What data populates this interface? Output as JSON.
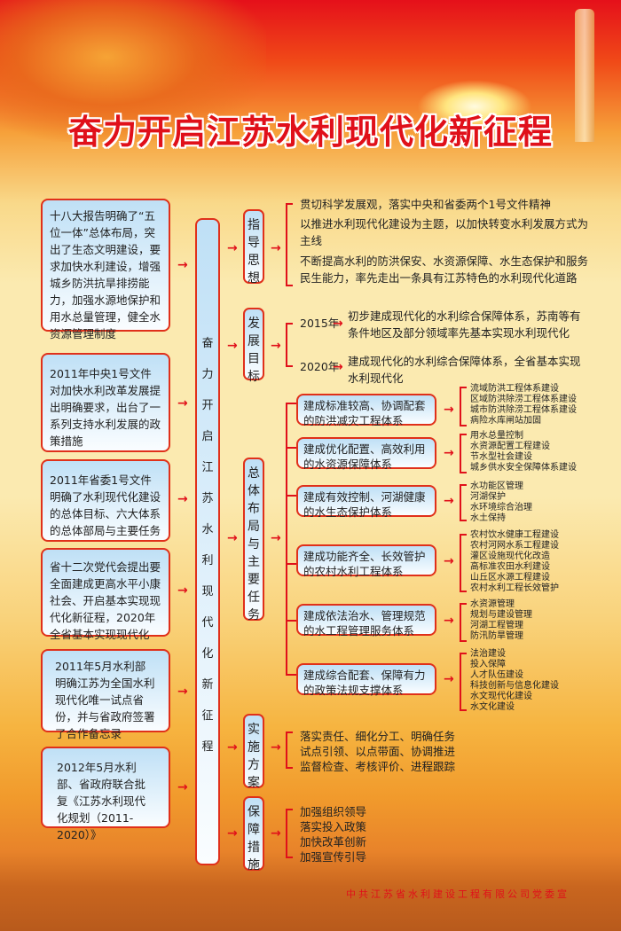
{
  "title": "奋力开启江苏水利现代化新征程",
  "left_boxes": [
    "十八大报告明确了“五位一体”总体布局，突出了生态文明建设，要求加快水利建设，增强城乡防洪抗旱排捞能力，加强水源地保护和用水总量管理，健全水资源管理制度",
    "2011年中央1号文件对加快水利改革发展提出明确要求，出台了一系列支持水利发展的政策措施",
    "2011年省委1号文件明确了水利现代化建设的总体目标、六大体系的总体部局与主要任务",
    "省十二次党代会提出要全面建成更高水平小康社会、开启基本实现现代化新征程，2020年全省基本实现现代化",
    "2011年5月水利部明确江苏为全国水利现代化唯一试点省份，并与省政府签署了合作备忘录",
    "2012年5月水利部、省政府联合批复《江苏水利现代化规划（2011-2020）》"
  ],
  "spine": "奋力开启江苏水利现代化新征程",
  "categories": {
    "guiding": {
      "label": "指导思想",
      "items": [
        "贯切科学发展观，落实中央和省委两个1号文件精神",
        "以推进水利现代化建设为主题，以加快转变水利发展方式为主线",
        "不断提高水利的防洪保安、水资源保障、水生态保护和服务民生能力，率先走出一条具有江苏特色的水利现代化道路"
      ]
    },
    "goals": {
      "label": "发展目标",
      "items": [
        {
          "year": "2015年",
          "text": "初步建成现代化的水利综合保障体系，苏南等有条件地区及部分领域率先基本实现水利现代化"
        },
        {
          "year": "2020年",
          "text": "建成现代化的水利综合保障体系，全省基本实现水利现代化"
        }
      ]
    },
    "layout": {
      "label": "总体布局与主要任务",
      "systems": [
        {
          "name": "建成标准较高、协调配套的防洪减灾工程体系",
          "items": [
            "流域防洪工程体系建设",
            "区域防洪除涝工程体系建设",
            "城市防洪除涝工程体系建设",
            "病险水库闸站加固"
          ]
        },
        {
          "name": "建成优化配置、高效利用的水资源保障体系",
          "items": [
            "用水总量控制",
            "水资源配置工程建设",
            "节水型社会建设",
            "城乡供水安全保障体系建设"
          ]
        },
        {
          "name": "建成有效控制、河湖健康的水生态保护体系",
          "items": [
            "水功能区管理",
            "河湖保护",
            "水环境综合治理",
            "水土保持"
          ]
        },
        {
          "name": "建成功能齐全、长效管护的农村水利工程体系",
          "items": [
            "农村饮水健康工程建设",
            "农村河网水系工程建设",
            "灌区设施现代化改造",
            "高标准农田水利建设",
            "山丘区水源工程建设",
            "农村水利工程长效管护"
          ]
        },
        {
          "name": "建成依法治水、管理规范的水工程管理服务体系",
          "items": [
            "水资源管理",
            "规划与建设管理",
            "河湖工程管理",
            "防汛防旱管理"
          ]
        },
        {
          "name": "建成综合配套、保障有力的政策法规支撑体系",
          "items": [
            "法治建设",
            "投入保障",
            "人才队伍建设",
            "科技创新与信息化建设",
            "水文现代化建设",
            "水文化建设"
          ]
        }
      ]
    },
    "implementation": {
      "label": "实施方案",
      "items": [
        "落实责任、细化分工、明确任务",
        "试点引领、以点带面、协调推进",
        "监督检查、考核评价、进程跟踪"
      ]
    },
    "safeguards": {
      "label": "保障措施",
      "items": [
        "加强组织领导",
        "落实投入政策",
        "加快改革创新",
        "加强宣传引导"
      ]
    }
  },
  "arrow": "→",
  "footer": "中共江苏省水利建设工程有限公司党委宣",
  "colors": {
    "accent": "#e0101a",
    "box_fill": "#bfe0f6",
    "background": "#fbeab0"
  }
}
